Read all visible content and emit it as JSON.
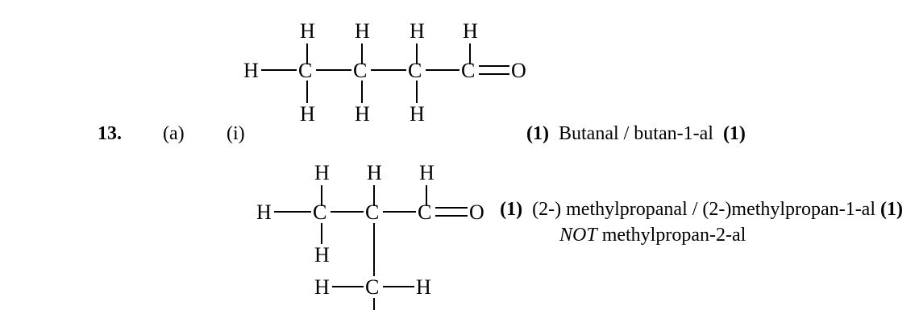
{
  "question": {
    "number": "13.",
    "part": "(a)",
    "subpart": "(i)"
  },
  "answers": [
    {
      "mark_before": "",
      "text": "Butanal  /  butan-1-al",
      "mark_after": "(1)",
      "leading_mark": "(1)"
    },
    {
      "leading_mark": "(1)",
      "text": "(2-) methylpropanal / (2-)methylpropan-1-al",
      "mark_after": "(1)"
    }
  ],
  "note": {
    "prefix": "NOT",
    "text": " methylpropan-2-al"
  },
  "structure_atoms": {
    "hydrogen": "H",
    "carbon": "C",
    "oxygen": "O"
  }
}
